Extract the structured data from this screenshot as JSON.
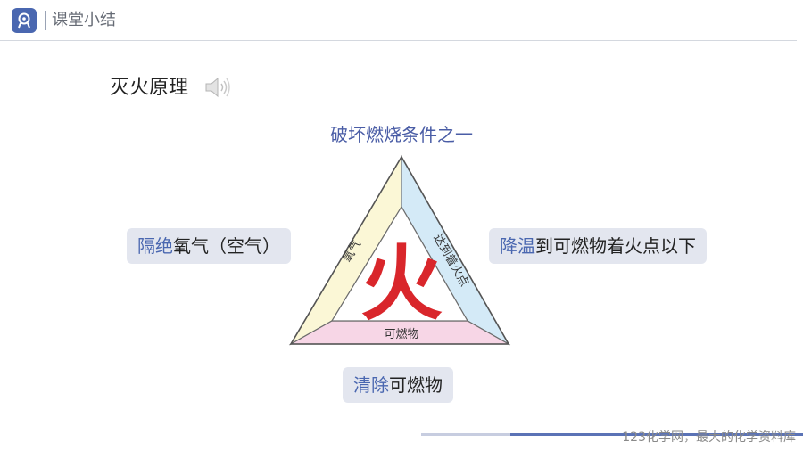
{
  "header": {
    "title": "课堂小结"
  },
  "section": {
    "title": "灭火原理"
  },
  "diagram": {
    "top_caption": "破坏燃烧条件之一",
    "center_char": "火",
    "left_side_label": "氧气",
    "right_side_label": "达到着火点",
    "bottom_side_label": "可燃物"
  },
  "callouts": {
    "left": {
      "highlight": "隔绝",
      "rest": "氧气（空气）"
    },
    "right": {
      "highlight": "降温",
      "rest": "到可燃物着火点以下"
    },
    "bottom": {
      "highlight": "清除",
      "rest": "可燃物"
    }
  },
  "footer": {
    "text": "123化学网，最大的化学资料库"
  },
  "colors": {
    "accent": "#4a67b0",
    "fire": "#d9262b",
    "left_band": "#fbf7d6",
    "right_band": "#d4eaf7",
    "bottom_band": "#f7d6e6"
  },
  "icons": {
    "logo": "brand-logo-icon",
    "speaker": "speaker-icon"
  }
}
